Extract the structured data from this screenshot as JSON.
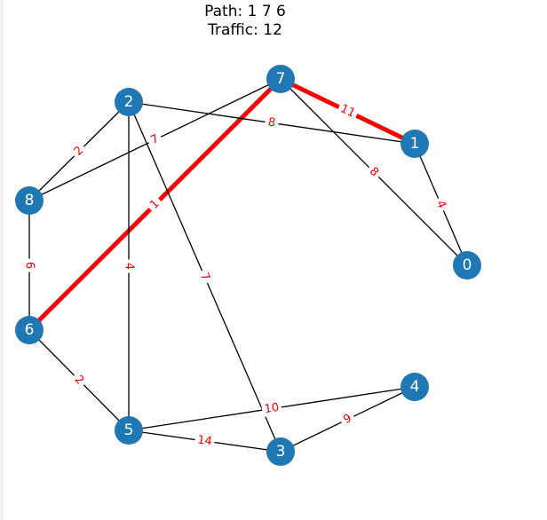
{
  "title": {
    "line1": "Path: 1 7 6",
    "line2": "Traffic: 12"
  },
  "colors": {
    "node": "#1f77b4",
    "highlight": "#ff0000",
    "edge": "#000000",
    "label": "#ff0000"
  },
  "nodes": [
    "0",
    "1",
    "2",
    "3",
    "4",
    "5",
    "6",
    "7",
    "8"
  ],
  "path": [
    "1",
    "7",
    "6"
  ],
  "edges": [
    {
      "from": "7",
      "to": "1",
      "weight": "11",
      "highlight": true
    },
    {
      "from": "7",
      "to": "6",
      "weight": "1",
      "highlight": true
    },
    {
      "from": "2",
      "to": "1",
      "weight": "8",
      "highlight": false
    },
    {
      "from": "7",
      "to": "8",
      "weight": "7",
      "highlight": false
    },
    {
      "from": "7",
      "to": "0",
      "weight": "8",
      "highlight": false
    },
    {
      "from": "1",
      "to": "0",
      "weight": "4",
      "highlight": false
    },
    {
      "from": "2",
      "to": "8",
      "weight": "2",
      "highlight": false
    },
    {
      "from": "2",
      "to": "5",
      "weight": "4",
      "highlight": false
    },
    {
      "from": "2",
      "to": "3",
      "weight": "7",
      "highlight": false
    },
    {
      "from": "8",
      "to": "6",
      "weight": "6",
      "highlight": false
    },
    {
      "from": "6",
      "to": "5",
      "weight": "2",
      "highlight": false
    },
    {
      "from": "5",
      "to": "4",
      "weight": "10",
      "highlight": false
    },
    {
      "from": "5",
      "to": "3",
      "weight": "14",
      "highlight": false
    },
    {
      "from": "3",
      "to": "4",
      "weight": "9",
      "highlight": false
    }
  ]
}
